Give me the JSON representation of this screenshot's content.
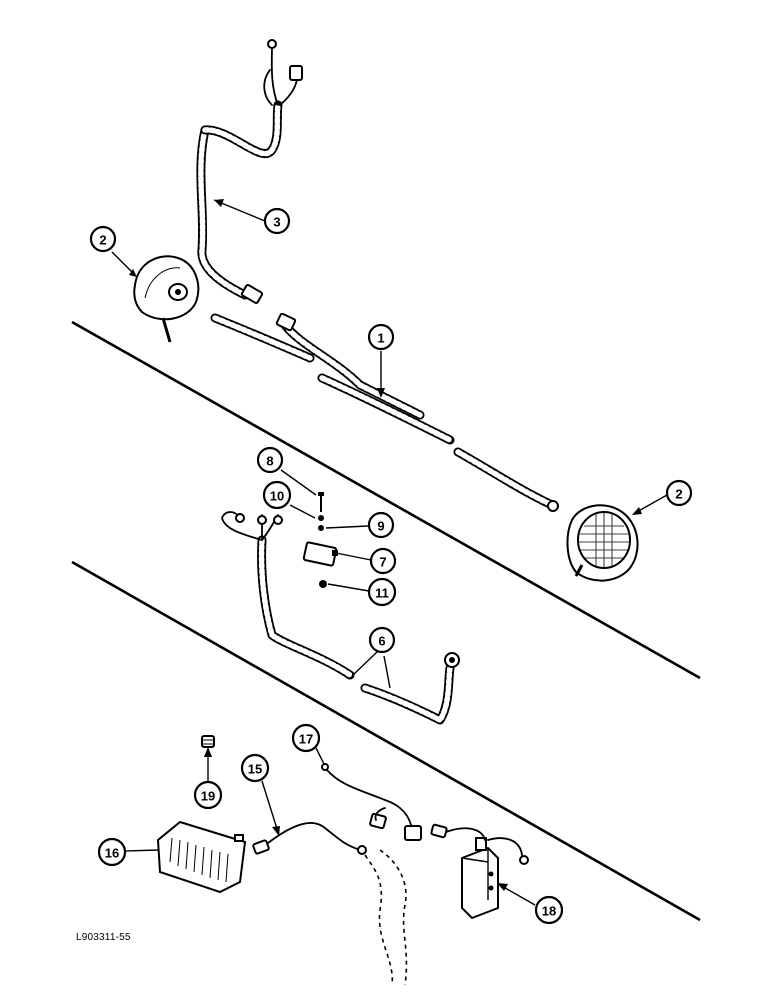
{
  "figure": {
    "code": "L903311-55"
  },
  "callouts": {
    "c1": "1",
    "c2a": "2",
    "c2b": "2",
    "c3": "3",
    "c6": "6",
    "c7": "7",
    "c8": "8",
    "c9": "9",
    "c10": "10",
    "c11": "11",
    "c15": "15",
    "c16": "16",
    "c17": "17",
    "c18": "18",
    "c19": "19"
  }
}
